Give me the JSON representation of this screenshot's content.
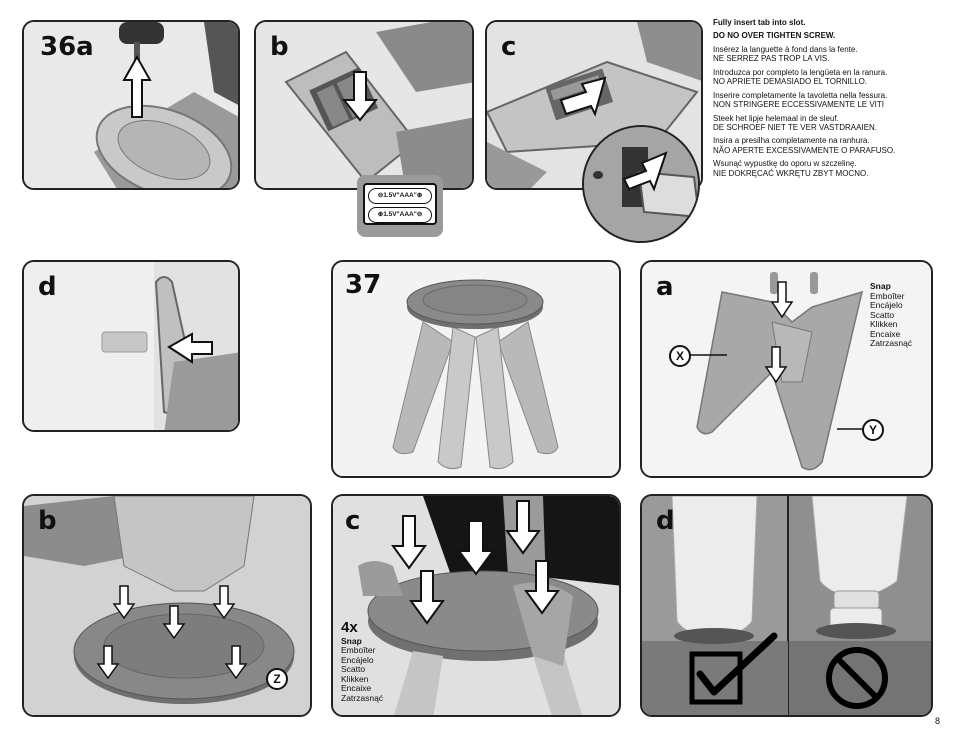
{
  "steps": {
    "s36a": "36a",
    "s36b": "b",
    "s36c": "c",
    "s36d": "d",
    "s37": "37",
    "s37a": "a",
    "s37b": "b",
    "s37c": "c",
    "s37d": "d"
  },
  "battery": {
    "line1": "1.5V\"AAA\"",
    "line2": "1.5V\"AAA\""
  },
  "instructions": [
    {
      "text": "Fully insert tab into slot.",
      "bold": true
    },
    {
      "text": "DO NO OVER TIGHTEN SCREW.",
      "bold": true
    },
    {
      "text": "Insérez la languette à fond dans la fente.\nNE SERREZ PAS TROP LA VIS."
    },
    {
      "text": "Introduzca por completo la lengüeta en la ranura.\nNO APRIETE DEMASIADO EL TORNILLO."
    },
    {
      "text": "Inserire completamente la tavoletta nella fessura.\nNON STRINGERE ECCESSIVAMENTE LE VITI"
    },
    {
      "text": " Steek het lipje helemaal in de sleuf.\nDE SCHROEF NIET TE VER VASTDRAAIEN."
    },
    {
      "text": "Insira a presilha completamente na ranhura.\nNÃO APERTE EXCESSIVAMENTE O PARAFUSO."
    },
    {
      "text": "Wsunąć wypustkę do oporu w szczelinę.\nNIE DOKRĘCAĆ WKRĘTU ZBYT MOCNO."
    }
  ],
  "snap_a": [
    "Snap",
    "Emboîter",
    "Encájelo",
    "Scatto",
    "Klikken",
    "Encaixe",
    "Zatrzasnąć"
  ],
  "snap_c_count": "4x",
  "snap_c": [
    "Snap",
    "Emboîter",
    "Encájelo",
    "Scatto",
    "Klikken",
    "Encaixe",
    "Zatrzasnąć"
  ],
  "callouts": {
    "x": "X",
    "y": "Y",
    "z": "Z"
  },
  "page_number": "8"
}
